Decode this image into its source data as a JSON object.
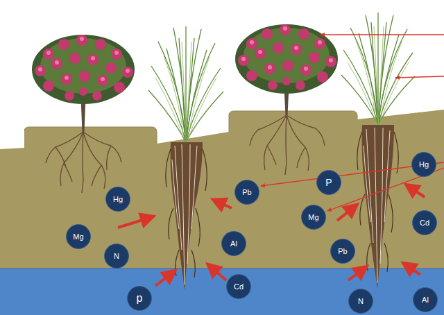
{
  "diagram": {
    "nodes": [
      {
        "text": [
          "Hg"
        ]
      },
      {
        "text": [
          "P"
        ]
      },
      {
        "text": [
          "Pb"
        ]
      },
      {
        "text": [
          "Hg"
        ]
      },
      {
        "text": [
          "Mg"
        ]
      },
      {
        "text": [
          "Cd"
        ]
      },
      {
        "text": [
          "Mg"
        ]
      },
      {
        "text": [
          "Al"
        ]
      },
      {
        "text": [
          "Pb"
        ]
      },
      {
        "text": [
          "N"
        ]
      },
      {
        "text": [
          "Cd"
        ]
      },
      {
        "text": [
          "p"
        ]
      },
      {
        "text": [
          "Al"
        ]
      },
      {
        "text": [
          "N"
        ]
      }
    ]
  }
}
